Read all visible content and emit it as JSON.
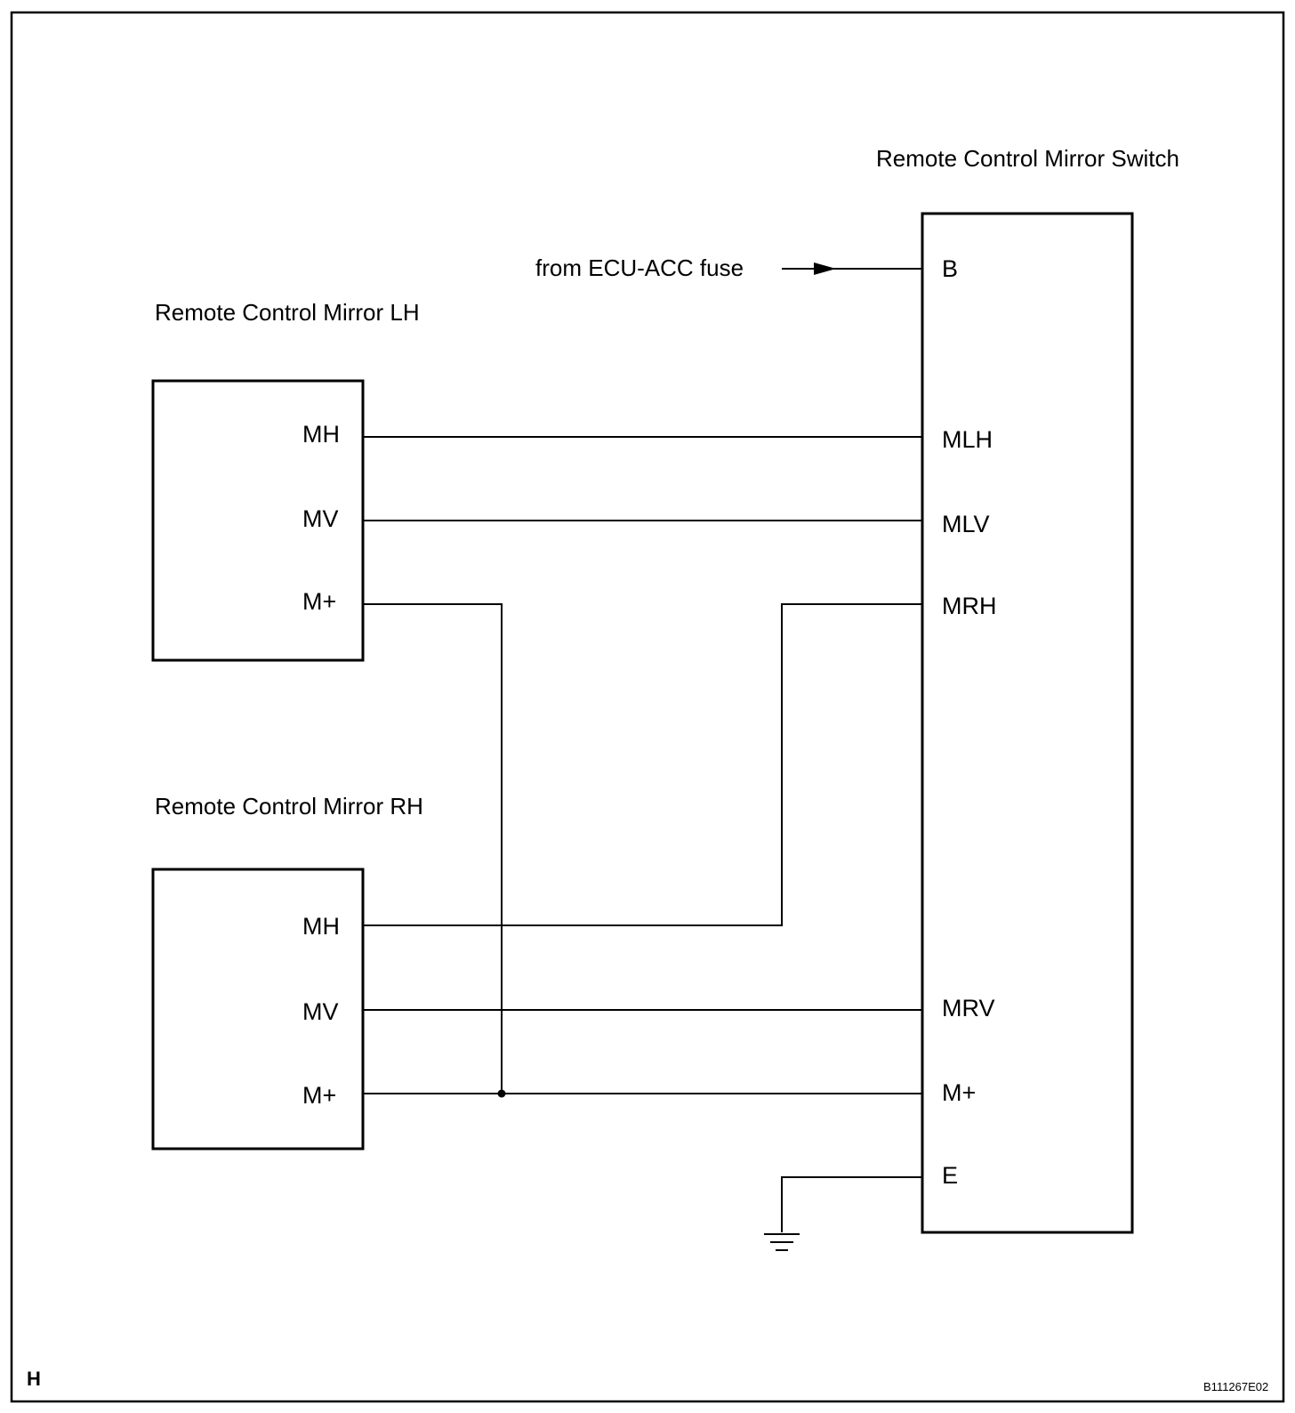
{
  "components": {
    "switch": {
      "title": "Remote Control Mirror Switch",
      "pins": {
        "b": "B",
        "mlh": "MLH",
        "mlv": "MLV",
        "mrh": "MRH",
        "mrv": "MRV",
        "mplus": "M+",
        "e": "E"
      }
    },
    "mirror_lh": {
      "title": "Remote Control Mirror LH",
      "pins": {
        "mh": "MH",
        "mv": "MV",
        "mplus": "M+"
      }
    },
    "mirror_rh": {
      "title": "Remote Control Mirror RH",
      "pins": {
        "mh": "MH",
        "mv": "MV",
        "mplus": "M+"
      }
    }
  },
  "power_source": "from ECU-ACC fuse",
  "corner_label": "H",
  "figure_code": "B111267E02"
}
